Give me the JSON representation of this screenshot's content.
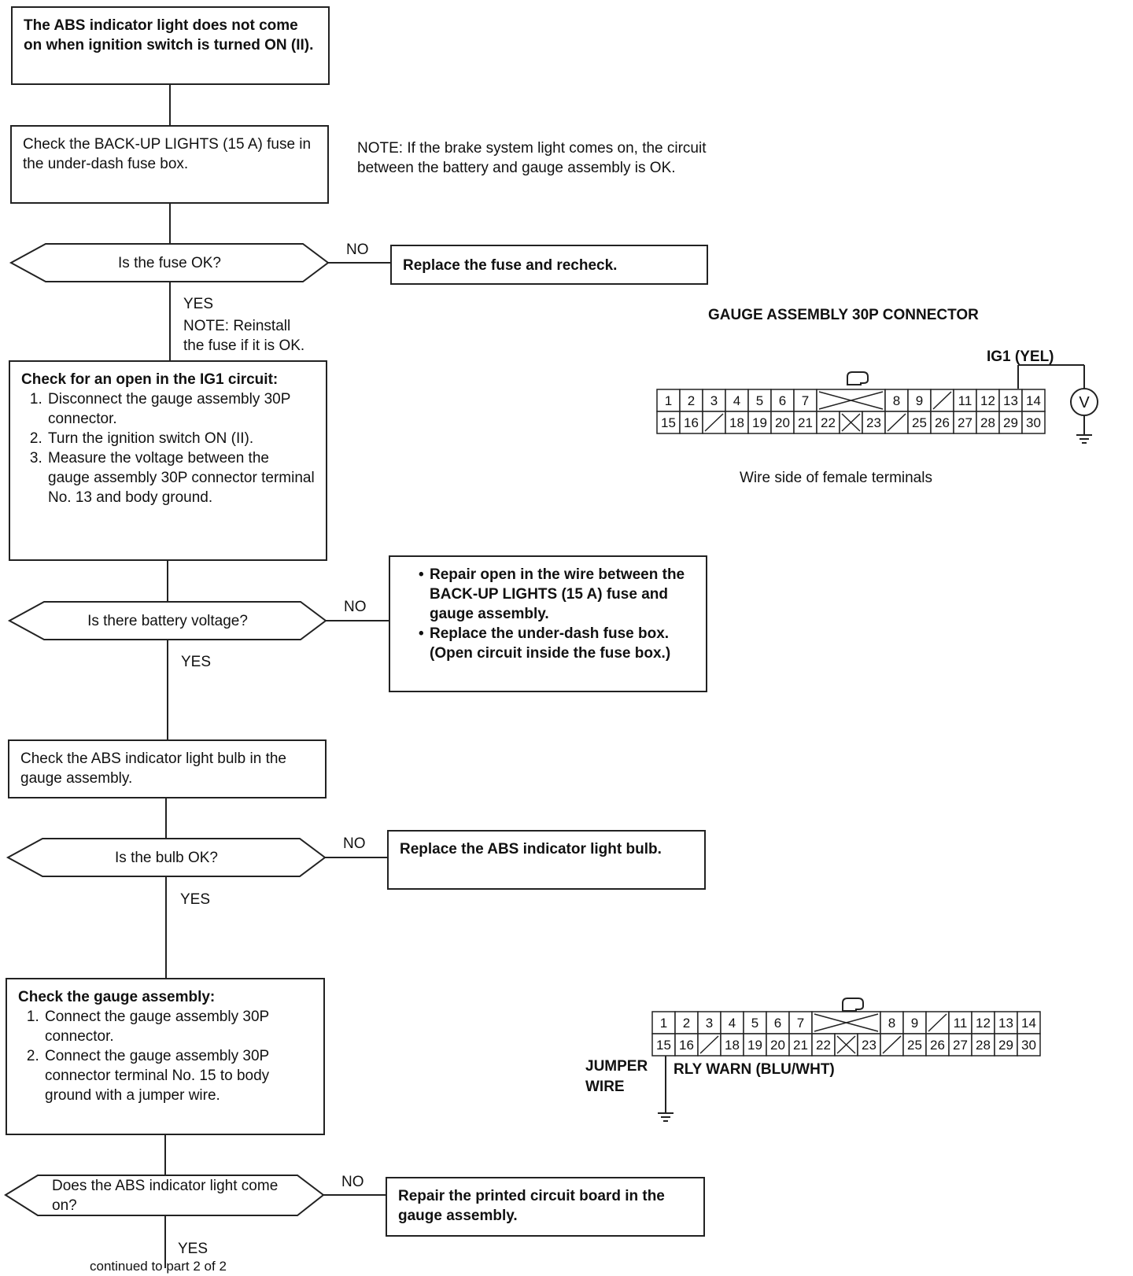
{
  "start_box": "The ABS indicator light does not come on when ignition switch is turned ON (II).",
  "check_fuse_box": "Check the BACK-UP LIGHTS (15 A) fuse in the under-dash fuse box.",
  "note_brake": "NOTE: If the brake system light comes on, the circuit between the battery and gauge assembly is OK.",
  "q_fuse": "Is the fuse OK?",
  "no_1": "NO",
  "replace_fuse": "Replace the fuse and recheck.",
  "yes_1": "YES",
  "note_reinstall_1": "NOTE: Reinstall",
  "note_reinstall_2": "the fuse if it is OK.",
  "ig1_box": {
    "title": "Check for an open in the IG1 circuit:",
    "steps": [
      "Disconnect the gauge assembly 30P connector.",
      "Turn the ignition switch ON (II).",
      "Measure the voltage between the gauge assembly 30P connector terminal No. 13 and body ground."
    ]
  },
  "q_voltage": "Is there battery voltage?",
  "no_2": "NO",
  "repair_box": [
    "Repair open in the wire between the BACK-UP LIGHTS (15 A) fuse and gauge assembly.",
    "Replace the under-dash fuse box. (Open circuit inside the fuse box.)"
  ],
  "yes_2": "YES",
  "check_bulb_box": "Check the ABS indicator light bulb in the gauge assembly.",
  "q_bulb": "Is the bulb OK?",
  "no_3": "NO",
  "replace_bulb": "Replace the ABS indicator light bulb.",
  "yes_3": "YES",
  "gauge_box": {
    "title": "Check the gauge assembly:",
    "steps": [
      "Connect the gauge assembly 30P connector.",
      "Connect the gauge assembly 30P connector terminal No. 15 to body ground with a jumper wire."
    ]
  },
  "q_light": "Does the ABS indicator light come on?",
  "no_4": "NO",
  "repair_pcb": "Repair the printed circuit board in the gauge assembly.",
  "yes_4": "YES",
  "continued": "continued to part 2 of 2",
  "connector_title": "GAUGE ASSEMBLY 30P CONNECTOR",
  "ig1_label": "IG1 (YEL)",
  "voltmeter": "V",
  "wire_side": "Wire side of female terminals",
  "connector_top_row": [
    "1",
    "2",
    "3",
    "4",
    "5",
    "6",
    "7",
    "8",
    "9",
    "",
    "11",
    "12",
    "13",
    "14"
  ],
  "connector_bottom_row": [
    "15",
    "16",
    "",
    "18",
    "19",
    "20",
    "21",
    "22",
    "",
    "23",
    "",
    "25",
    "26",
    "27",
    "28",
    "29",
    "30"
  ],
  "jumper_1": "JUMPER",
  "jumper_2": "WIRE",
  "rly_warn": "RLY WARN (BLU/WHT)"
}
